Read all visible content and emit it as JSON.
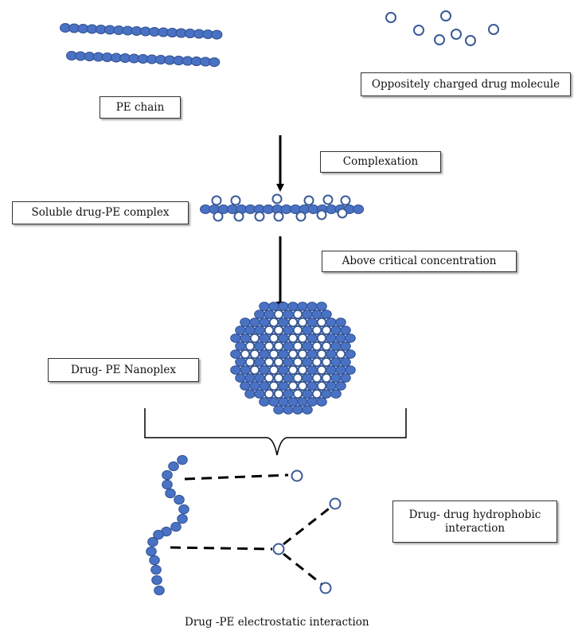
{
  "labels": {
    "pe_chain": "PE chain",
    "drug_molecule": "Oppositely charged drug molecule",
    "complexation": "Complexation",
    "soluble_complex": "Soluble drug-PE complex",
    "critical_concentration": "Above critical concentration",
    "nanoplex": "Drug- PE Nanoplex",
    "hydrophobic_line1": "Drug- drug hydrophobic",
    "hydrophobic_line2": "interaction",
    "electrostatic": "Drug -PE electrostatic interaction"
  },
  "colors": {
    "pe_bead_fill": "#4a72c4",
    "pe_bead_stroke": "#2f4f8f",
    "drug_fill": "#ffffff",
    "drug_stroke": "#3a5a96",
    "arrow": "#000000",
    "line": "#000000"
  }
}
